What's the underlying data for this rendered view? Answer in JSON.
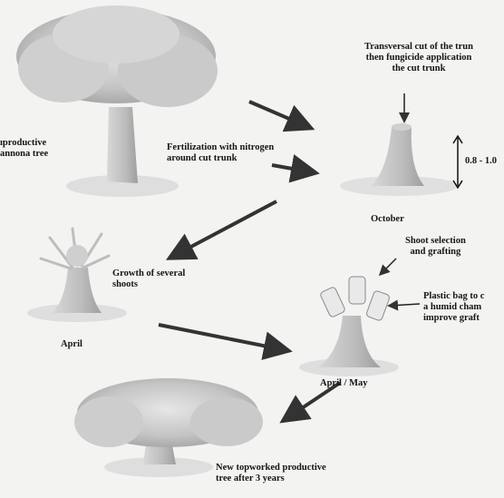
{
  "labels": {
    "unproductive_tree_line1": "ıproductive",
    "unproductive_tree_line2": "annona tree",
    "transversal_cut_line1": "Transversal cut of the trun",
    "transversal_cut_line2": "then fungicide application",
    "transversal_cut_line3": "the cut trunk",
    "fertilization_line1": "Fertilization with nitrogen",
    "fertilization_line2": "around cut trunk",
    "height_range": "0.8 - 1.0",
    "october": "October",
    "shoot_selection_line1": "Shoot selection",
    "shoot_selection_line2": "and grafting",
    "growth_line1": "Growth of several",
    "growth_line2": "shoots",
    "plastic_bag_line1": "Plastic bag to c",
    "plastic_bag_line2": "a humid cham",
    "plastic_bag_line3": "improve graft",
    "april": "April",
    "april_may": "April / May",
    "new_tree_line1": "New topworked productive",
    "new_tree_line2": "tree after 3 years"
  },
  "colors": {
    "background": "#f3f3f1",
    "foliage": "#c9c9c9",
    "trunk": "#bdbdbd",
    "ground": "#e2e2e2",
    "arrow": "#3a3a3a"
  }
}
